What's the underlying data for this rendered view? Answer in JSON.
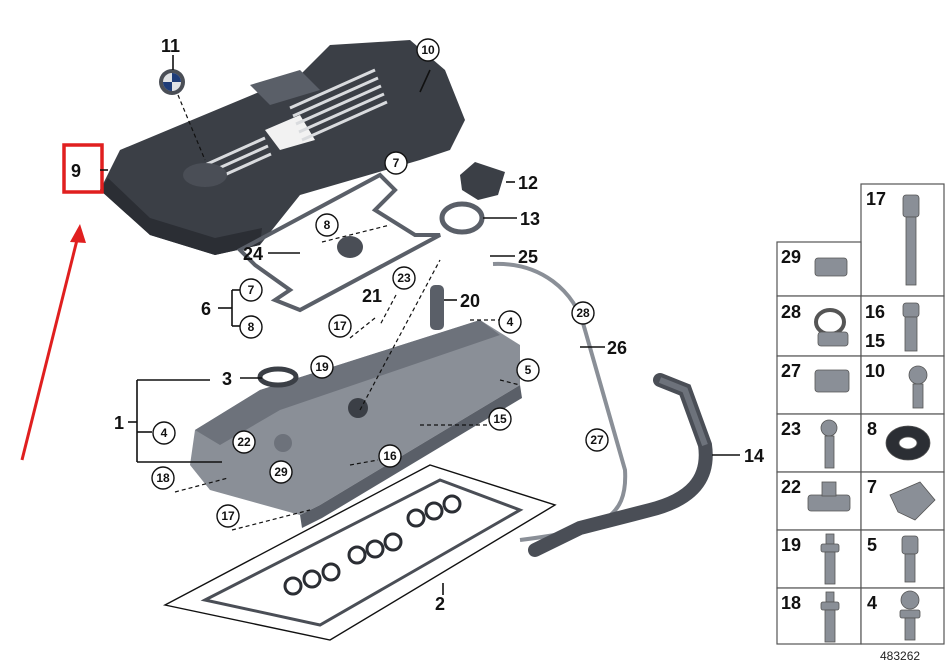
{
  "colors": {
    "highlight": "#e01f1f",
    "part_dark": "#3b3f46",
    "part_mid": "#5a5f68",
    "part_light": "#8a8f97",
    "line": "#111111"
  },
  "callouts": {
    "c1": "1",
    "c2": "2",
    "c3": "3",
    "c4a": "4",
    "c4b": "4",
    "c5": "5",
    "c6": "6",
    "c7a": "7",
    "c7b": "7",
    "c8a": "8",
    "c8b": "8",
    "c9": "9",
    "c10": "10",
    "c11": "11",
    "c12": "12",
    "c13": "13",
    "c14": "14",
    "c15": "15",
    "c16": "16",
    "c17a": "17",
    "c17b": "17",
    "c18": "18",
    "c19": "19",
    "c20": "20",
    "c21": "21",
    "c22": "22",
    "c23": "23",
    "c24": "24",
    "c25": "25",
    "c26": "26",
    "c27": "27",
    "c28": "28",
    "c29": "29"
  },
  "legend": {
    "cells": [
      {
        "a": "17",
        "b": ""
      },
      {
        "a": "29",
        "b": ""
      },
      {
        "a": "28",
        "b": ""
      },
      {
        "a": "16",
        "b": "15"
      },
      {
        "a": "27",
        "b": ""
      },
      {
        "a": "10",
        "b": ""
      },
      {
        "a": "23",
        "b": ""
      },
      {
        "a": "8",
        "b": ""
      },
      {
        "a": "22",
        "b": ""
      },
      {
        "a": "7",
        "b": ""
      },
      {
        "a": "19",
        "b": ""
      },
      {
        "a": "5",
        "b": ""
      },
      {
        "a": "18",
        "b": ""
      },
      {
        "a": "4",
        "b": ""
      }
    ]
  },
  "diagram_id": "483262"
}
